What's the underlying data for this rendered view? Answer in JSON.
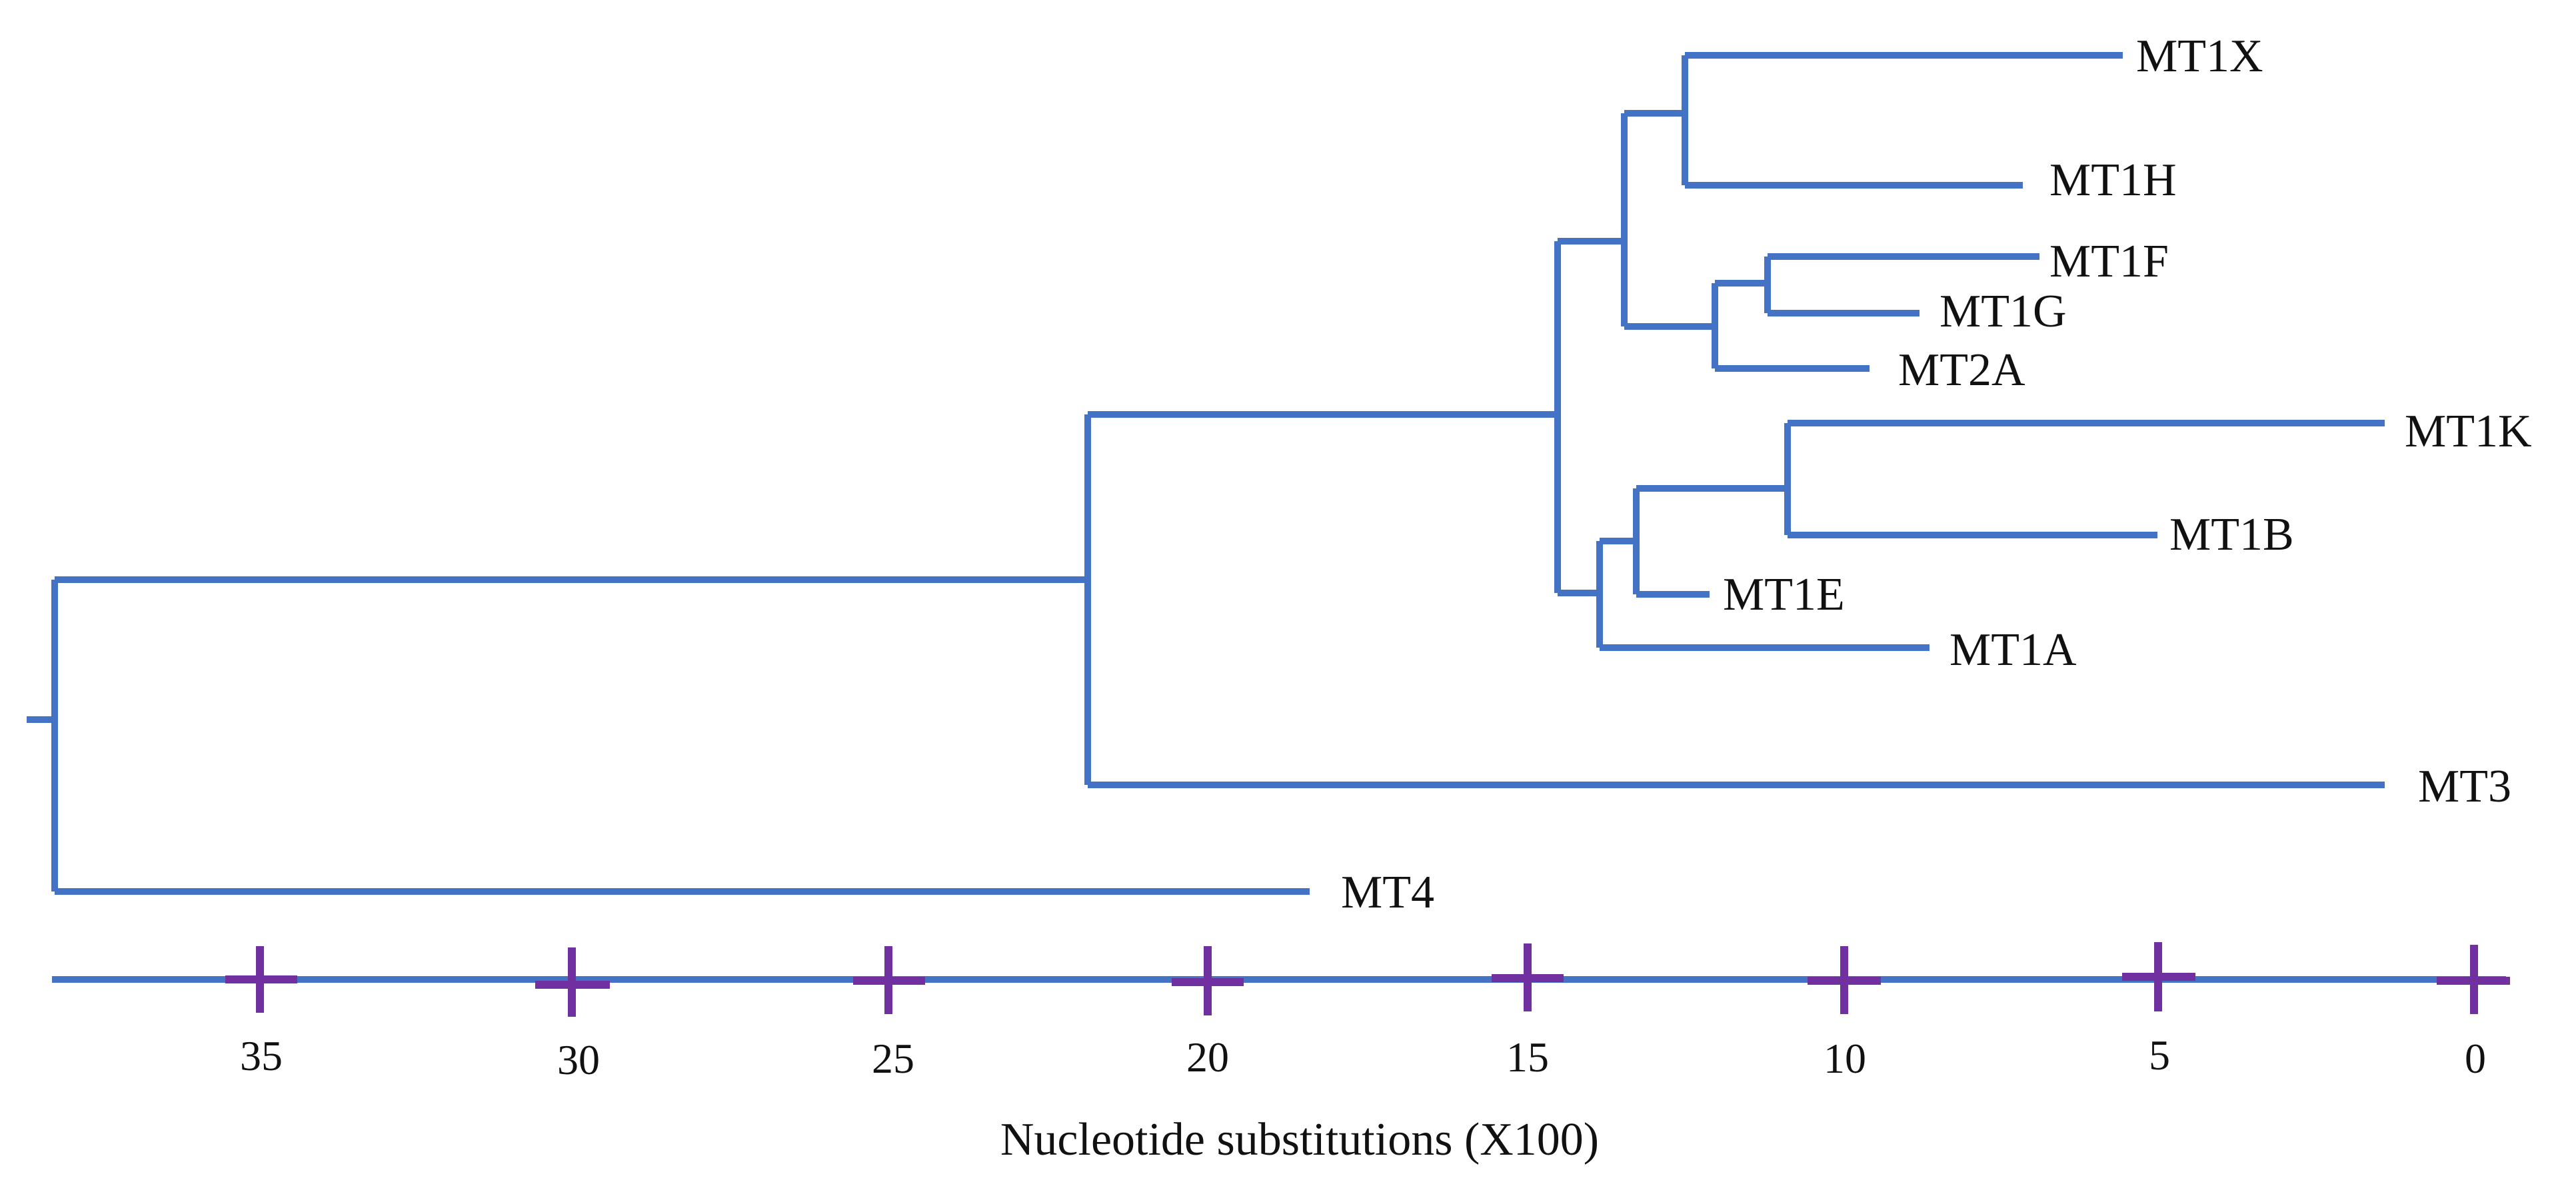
{
  "colors": {
    "branch": "#4472c4",
    "tick_marker": "#7030a0",
    "text": "#111111",
    "background": "#ffffff"
  },
  "tree": {
    "leaves": [
      "MT1X",
      "MT1H",
      "MT1F",
      "MT1G",
      "MT2A",
      "MT1K",
      "MT1B",
      "MT1E",
      "MT1A",
      "MT3",
      "MT4"
    ]
  },
  "axis": {
    "title": "Nucleotide substitutions (X100)",
    "ticks": [
      "35",
      "30",
      "25",
      "20",
      "15",
      "10",
      "5",
      "0"
    ]
  }
}
